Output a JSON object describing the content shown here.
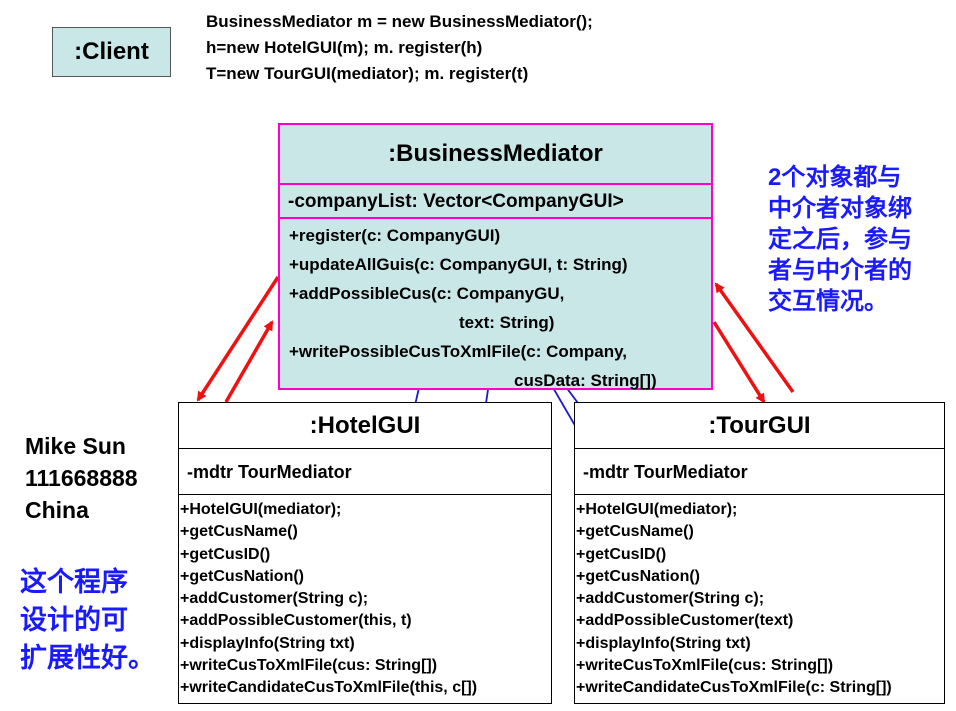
{
  "client": {
    "label": ":Client"
  },
  "code_lines": [
    "BusinessMediator   m = new BusinessMediator();",
    "h=new HotelGUI(m);   m. register(h)",
    "T=new TourGUI(mediator);  m. register(t)"
  ],
  "business_mediator": {
    "title": ":BusinessMediator",
    "attribute": "-companyList: Vector<CompanyGUI>",
    "operations": [
      "+register(c:  CompanyGUI)",
      "+updateAllGuis(c: CompanyGUI, t: String)",
      "+addPossibleCus(c: CompanyGU,",
      "text: String)",
      "+writePossibleCusToXmlFile(c: Company,",
      "cusData: String[])"
    ]
  },
  "hotel_gui": {
    "title": ":HotelGUI",
    "attribute": "-mdtr  TourMediator",
    "operations": [
      "+HotelGUI(mediator);",
      "+getCusName()",
      "+getCusID()",
      "+getCusNation()",
      "+addCustomer(String c);",
      "+addPossibleCustomer(this, t)",
      "+displayInfo(String txt)",
      "+writeCusToXmlFile(cus: String[])",
      "+writeCandidateCusToXmlFile(this, c[])"
    ]
  },
  "tour_gui": {
    "title": ":TourGUI",
    "attribute": "-mdtr  TourMediator",
    "operations": [
      "+HotelGUI(mediator);",
      "+getCusName()",
      "+getCusID()",
      "+getCusNation()",
      "+addCustomer(String c);",
      "+addPossibleCustomer(text)",
      "+displayInfo(String txt)",
      "+writeCusToXmlFile(cus: String[])",
      "+writeCandidateCusToXmlFile(c: String[])"
    ]
  },
  "note_right": [
    "2个对象都与",
    "中介者对象绑",
    "定之后，参与",
    "者与中介者的",
    "交互情况。"
  ],
  "author": [
    "Mike Sun",
    "111668888",
    "China"
  ],
  "note_left": [
    "这个程序",
    "设计的可",
    "扩展性好。"
  ],
  "colors": {
    "class_fill": "#c8e7e6",
    "mediator_border": "#ff00cc",
    "red_arrow": "#ee1111",
    "blue_arrow": "#1a1acc",
    "note_text": "#1a1aff"
  }
}
